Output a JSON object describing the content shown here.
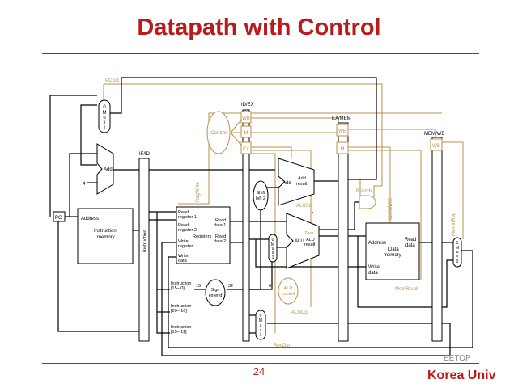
{
  "slide": {
    "title": "Datapath with Control",
    "page_number": "24",
    "logo": "Korea Univ",
    "watermark": "EETOP"
  },
  "colors": {
    "title": "#b81b1b",
    "datapath": "#000000",
    "control": "#b8924a"
  },
  "labels": {
    "pcsrc": "PCSrc",
    "mux": [
      "0",
      "M",
      "u",
      "x",
      "1"
    ],
    "mux_wb": [
      "1",
      "M",
      "u",
      "x",
      "0"
    ],
    "add": "Add",
    "four": "4",
    "if_id": "IF/ID",
    "id_ex": "ID/EX",
    "ex_mem": "EX/MEM",
    "mem_wb": "MEM/WB",
    "control": "Control",
    "wb": "WB",
    "m": "M",
    "ex": "EX",
    "pc": "PC",
    "im_address": "Address",
    "im_line1": "Instruction",
    "im_line2": "memory",
    "instruction": "Instruction",
    "regwrite": "RegWrite",
    "read_reg1": [
      "Read",
      "register 1"
    ],
    "read_reg2": [
      "Read",
      "register 2"
    ],
    "registers": "Registers",
    "write_reg": [
      "Write",
      "register"
    ],
    "write_data": [
      "Write",
      "data"
    ],
    "read_data1": [
      "Read",
      "data 1"
    ],
    "read_data2": [
      "Read",
      "data 2"
    ],
    "shift_left": [
      "Shift",
      "left 2"
    ],
    "add_result": [
      "Add",
      "result"
    ],
    "alusrc": "ALUSrc",
    "zero": "Zero",
    "alu": "ALU",
    "alu_result": [
      "ALU",
      "result"
    ],
    "branch": "Branch",
    "memwrite": "MemWrite",
    "memtoreg": "MemtoReg",
    "dm_address": "Address",
    "dm_read": [
      "Read",
      "data"
    ],
    "dm_line1": "Data",
    "dm_line2": "memory",
    "dm_write": [
      "Write",
      "data"
    ],
    "memread": "MemRead",
    "instr_15_0": [
      "Instruction",
      "[15– 0]"
    ],
    "sixteen": "16",
    "thirtytwo": "32",
    "sign_extend": [
      "Sign",
      "extend"
    ],
    "six": "6",
    "alu_control": [
      "ALU",
      "control"
    ],
    "instr_20_16": [
      "Instruction",
      "[20– 16]"
    ],
    "instr_15_11": [
      "Instruction",
      "[15– 11]"
    ],
    "aluop": "ALUOp",
    "regdst": "RegDst"
  }
}
